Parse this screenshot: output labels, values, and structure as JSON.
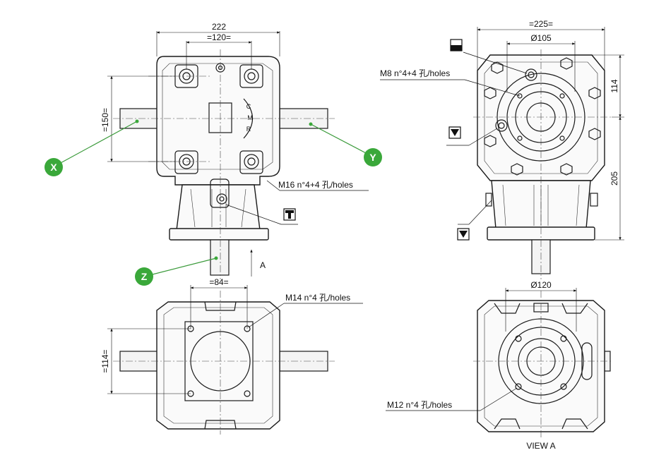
{
  "dimensions": {
    "front_width": "222",
    "front_top_spacing": "=120=",
    "front_height": "=150=",
    "side_width": "=225=",
    "side_diameter": "Ø105",
    "side_top_height": "114",
    "side_total_height": "205",
    "bottom_spacing": "=84=",
    "bottom_height": "=114=",
    "view_a_diameter": "Ø120"
  },
  "callouts": {
    "m16": "M16 n°4+4 孔/holes",
    "m8": "M8 n°4+4 孔/holes",
    "m14": "M14 n°4 孔/holes",
    "m12": "M12 n°4 孔/holes",
    "view_a": "VIEW A",
    "arrow_a": "A"
  },
  "shafts": {
    "x": "X",
    "y": "Y",
    "z": "Z"
  },
  "logo_text": "CMR",
  "colors": {
    "shaft_badge": "#3aa83a",
    "line": "#1a1a1a"
  }
}
